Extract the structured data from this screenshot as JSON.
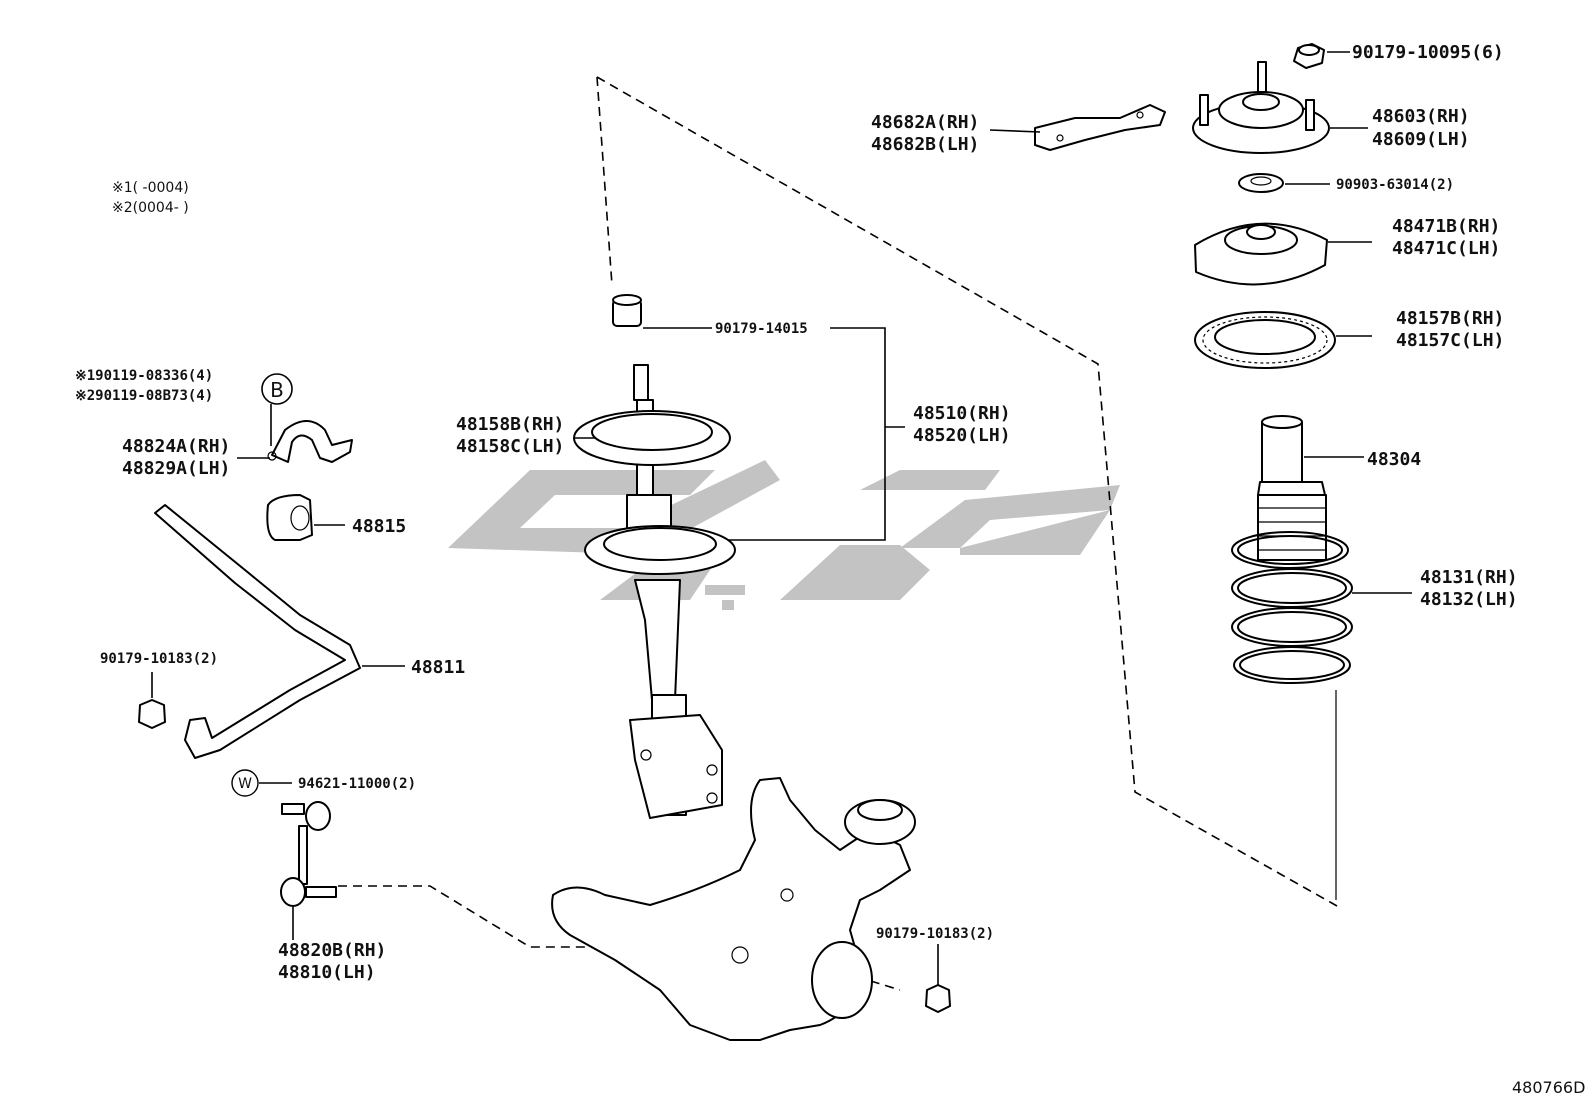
{
  "notes": {
    "note1": "※1(     -0004)",
    "note2": "※2(0004-     )"
  },
  "watermark": {
    "color": "#bdbdbd"
  },
  "labels": {
    "p90179_10095": "90179-10095(6)",
    "p48682A": "48682A(RH)",
    "p48682B": "48682B(LH)",
    "p48603": "48603(RH)",
    "p48609": "48609(LH)",
    "p90903": "90903-63014(2)",
    "p48471B": "48471B(RH)",
    "p48471C": "48471C(LH)",
    "p48157B": "48157B(RH)",
    "p48157C": "48157C(LH)",
    "p90179_14015": "90179-14015",
    "p48510": "48510(RH)",
    "p48520": "48520(LH)",
    "p48158B": "48158B(RH)",
    "p48158C": "48158C(LH)",
    "p48304": "48304",
    "p48131": "48131(RH)",
    "p48132": "48132(LH)",
    "p90119_08336": "※190119-08336(4)",
    "p90119_08B73": "※290119-08B73(4)",
    "p48824A": "48824A(RH)",
    "p48829A": "48829A(LH)",
    "p48815": "48815",
    "p48811": "48811",
    "p90179_10183a": "90179-10183(2)",
    "p94621": "94621-11000(2)",
    "p48820B": "48820B(RH)",
    "p48810": "48810(LH)",
    "p90179_10183b": "90179-10183(2)"
  },
  "callouts": {
    "b": "B",
    "w": "W"
  },
  "figure_number": "480766D"
}
